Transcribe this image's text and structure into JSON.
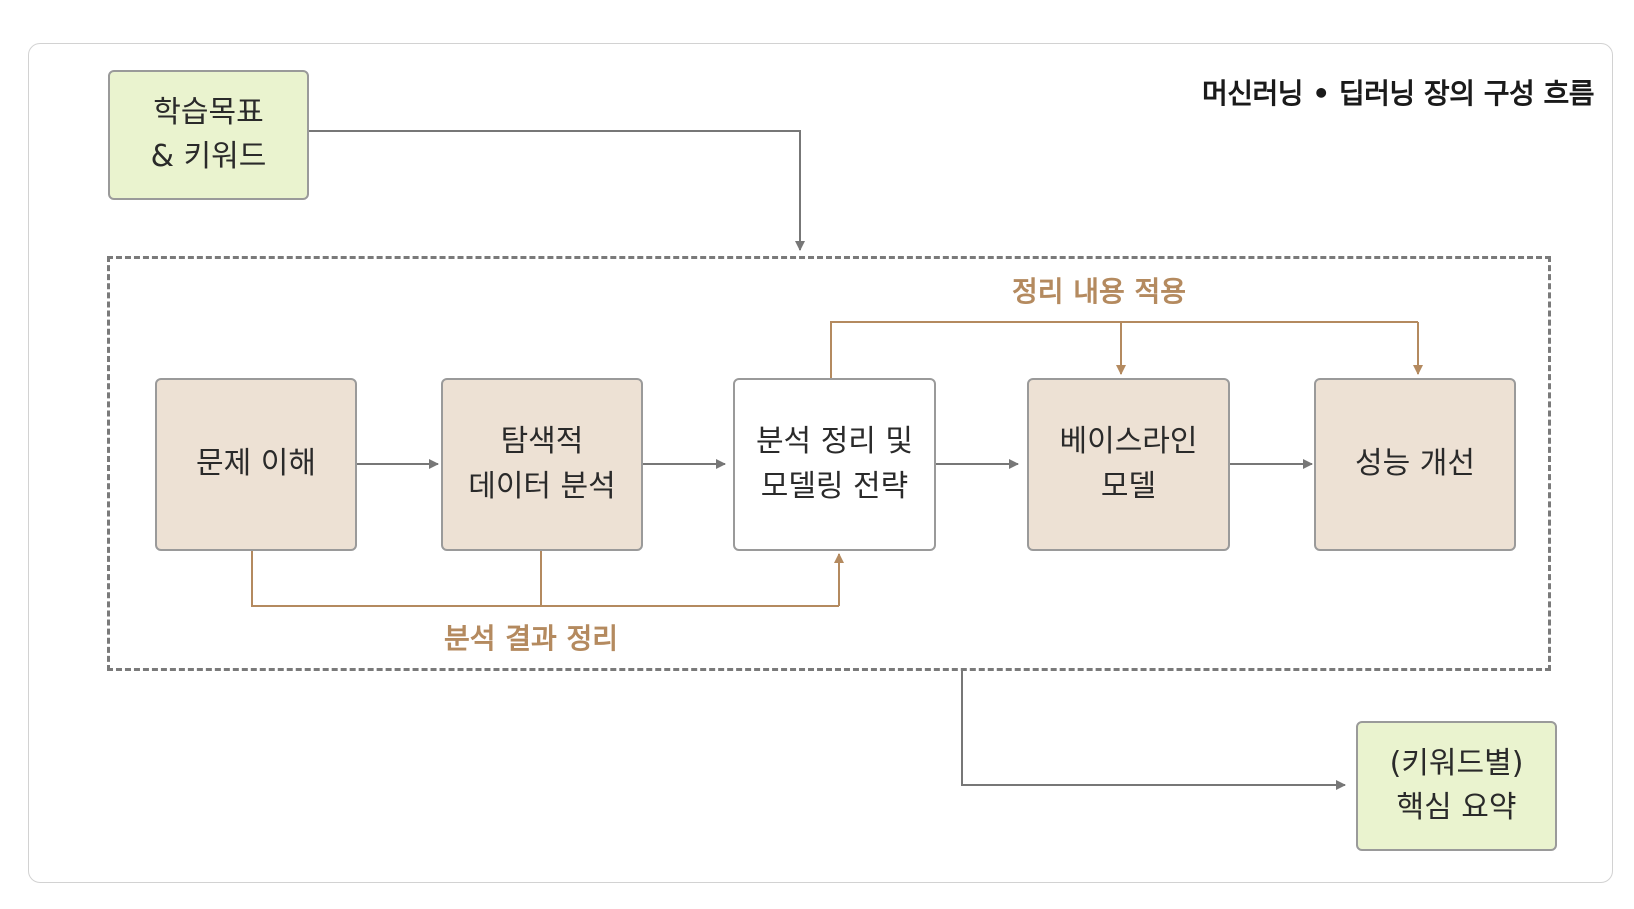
{
  "title": "머신러닝 • 딥러닝 장의 구성 흐름",
  "boxes": {
    "objectives": "학습목표\n& 키워드",
    "problem": "문제 이해",
    "eda": "탐색적\n데이터 분석",
    "strategy": "분석 정리 및\n모델링 전략",
    "baseline": "베이스라인\n모델",
    "improve": "성능 개선",
    "summary": "(키워드별)\n핵심 요약"
  },
  "labels": {
    "apply": "정리 내용 적용",
    "analysis": "분석 결과 정리"
  },
  "colors": {
    "green_box": "#eaf3cf",
    "tan_box": "#ede1d4",
    "accent": "#b48a5f",
    "arrow_gray": "#777777"
  }
}
